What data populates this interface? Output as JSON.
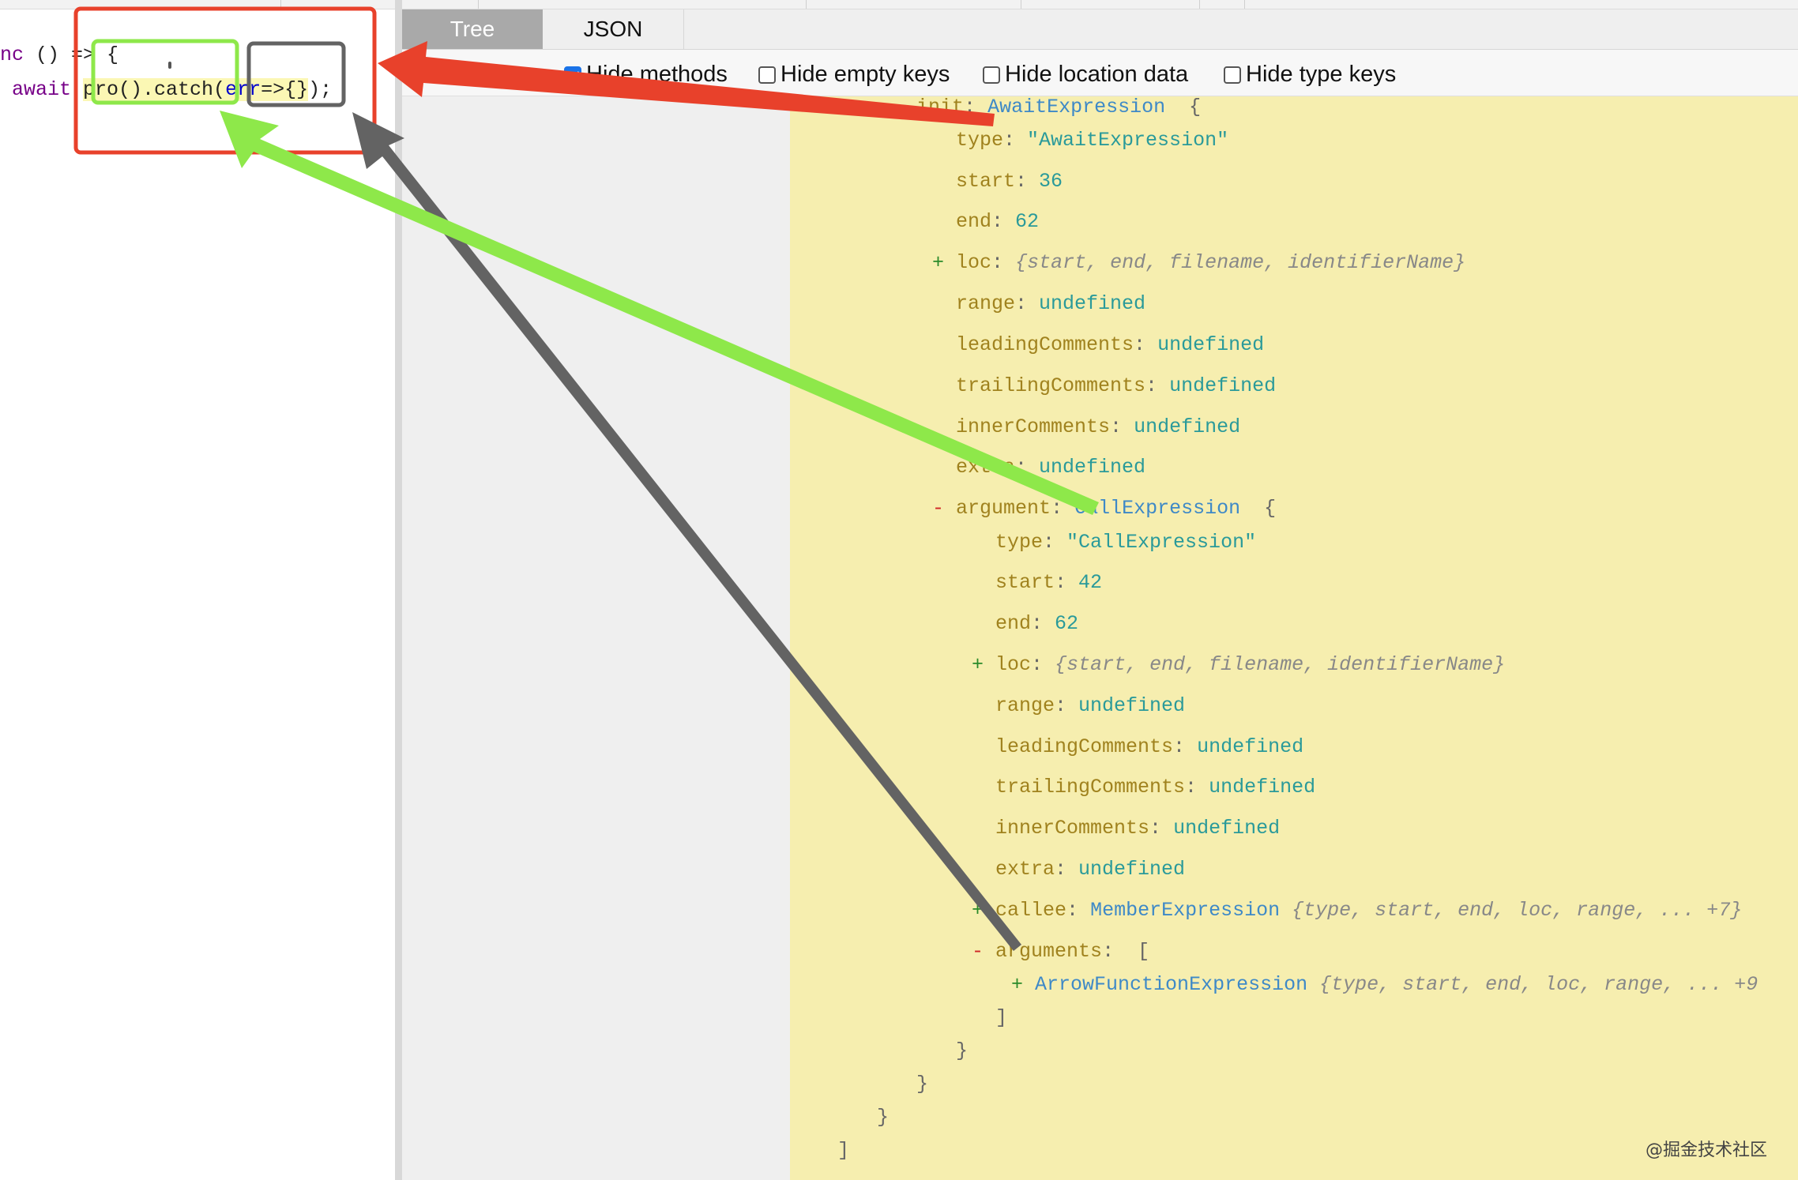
{
  "editor": {
    "line1": {
      "kw": "nc",
      "rest": " () => {"
    },
    "line2": {
      "kw": "await",
      "space": " ",
      "call": "pro().catch(",
      "param": "err",
      "arrow": "=>{}",
      "tail": ");"
    }
  },
  "tabs": [
    {
      "label": "Tree",
      "active": true
    },
    {
      "label": "JSON",
      "active": false
    }
  ],
  "options": [
    {
      "label": "Hide methods",
      "checked": true
    },
    {
      "label": "Hide empty keys",
      "checked": false
    },
    {
      "label": "Hide location data",
      "checked": false
    },
    {
      "label": "Hide type keys",
      "checked": false
    }
  ],
  "tree": {
    "lines": [
      {
        "toggle": "-",
        "key": "init",
        "type": "AwaitExpression",
        "open": "{",
        "indent": 0
      },
      {
        "key": "type",
        "str": "\"AwaitExpression\"",
        "indent": 1
      },
      {
        "key": "start",
        "num": "36",
        "indent": 1
      },
      {
        "key": "end",
        "num": "62",
        "indent": 1
      },
      {
        "toggle": "+",
        "key": "loc",
        "summary": "{start, end, filename, identifierName}",
        "indent": 1
      },
      {
        "key": "range",
        "undef": "undefined",
        "indent": 1
      },
      {
        "key": "leadingComments",
        "undef": "undefined",
        "indent": 1
      },
      {
        "key": "trailingComments",
        "undef": "undefined",
        "indent": 1
      },
      {
        "key": "innerComments",
        "undef": "undefined",
        "indent": 1
      },
      {
        "key": "extra",
        "undef": "undefined",
        "indent": 1
      },
      {
        "toggle": "-",
        "key": "argument",
        "type": "CallExpression",
        "open": "{",
        "indent": 1
      },
      {
        "key": "type",
        "str": "\"CallExpression\"",
        "indent": 2
      },
      {
        "key": "start",
        "num": "42",
        "indent": 2
      },
      {
        "key": "end",
        "num": "62",
        "indent": 2
      },
      {
        "toggle": "+",
        "key": "loc",
        "summary": "{start, end, filename, identifierName}",
        "indent": 2
      },
      {
        "key": "range",
        "undef": "undefined",
        "indent": 2
      },
      {
        "key": "leadingComments",
        "undef": "undefined",
        "indent": 2
      },
      {
        "key": "trailingComments",
        "undef": "undefined",
        "indent": 2
      },
      {
        "key": "innerComments",
        "undef": "undefined",
        "indent": 2
      },
      {
        "key": "extra",
        "undef": "undefined",
        "indent": 2
      },
      {
        "toggle": "+",
        "key": "callee",
        "type": "MemberExpression",
        "summary": "{type, start, end, loc, range, ... +7}",
        "indent": 2
      },
      {
        "toggle": "-",
        "key": "arguments",
        "open": "[",
        "indent": 2
      },
      {
        "toggle": "+",
        "type": "ArrowFunctionExpression",
        "summary": "{type, start, end, loc, range, ... +9",
        "indent": 3
      },
      {
        "close": "]",
        "indent": 2
      },
      {
        "close": "}",
        "indent": 1
      },
      {
        "close": "}",
        "indent": 0
      },
      {
        "close": "}",
        "indent": -1
      },
      {
        "close": "]",
        "indent": -2
      }
    ]
  },
  "watermark": "@掘金技术社区",
  "colors": {
    "red_arrow": "#e8412b",
    "green_arrow": "#8ee84a",
    "gray_arrow": "#636363",
    "tree_bg": "#f6eeaf",
    "tab_active": "#a9a9a9"
  }
}
